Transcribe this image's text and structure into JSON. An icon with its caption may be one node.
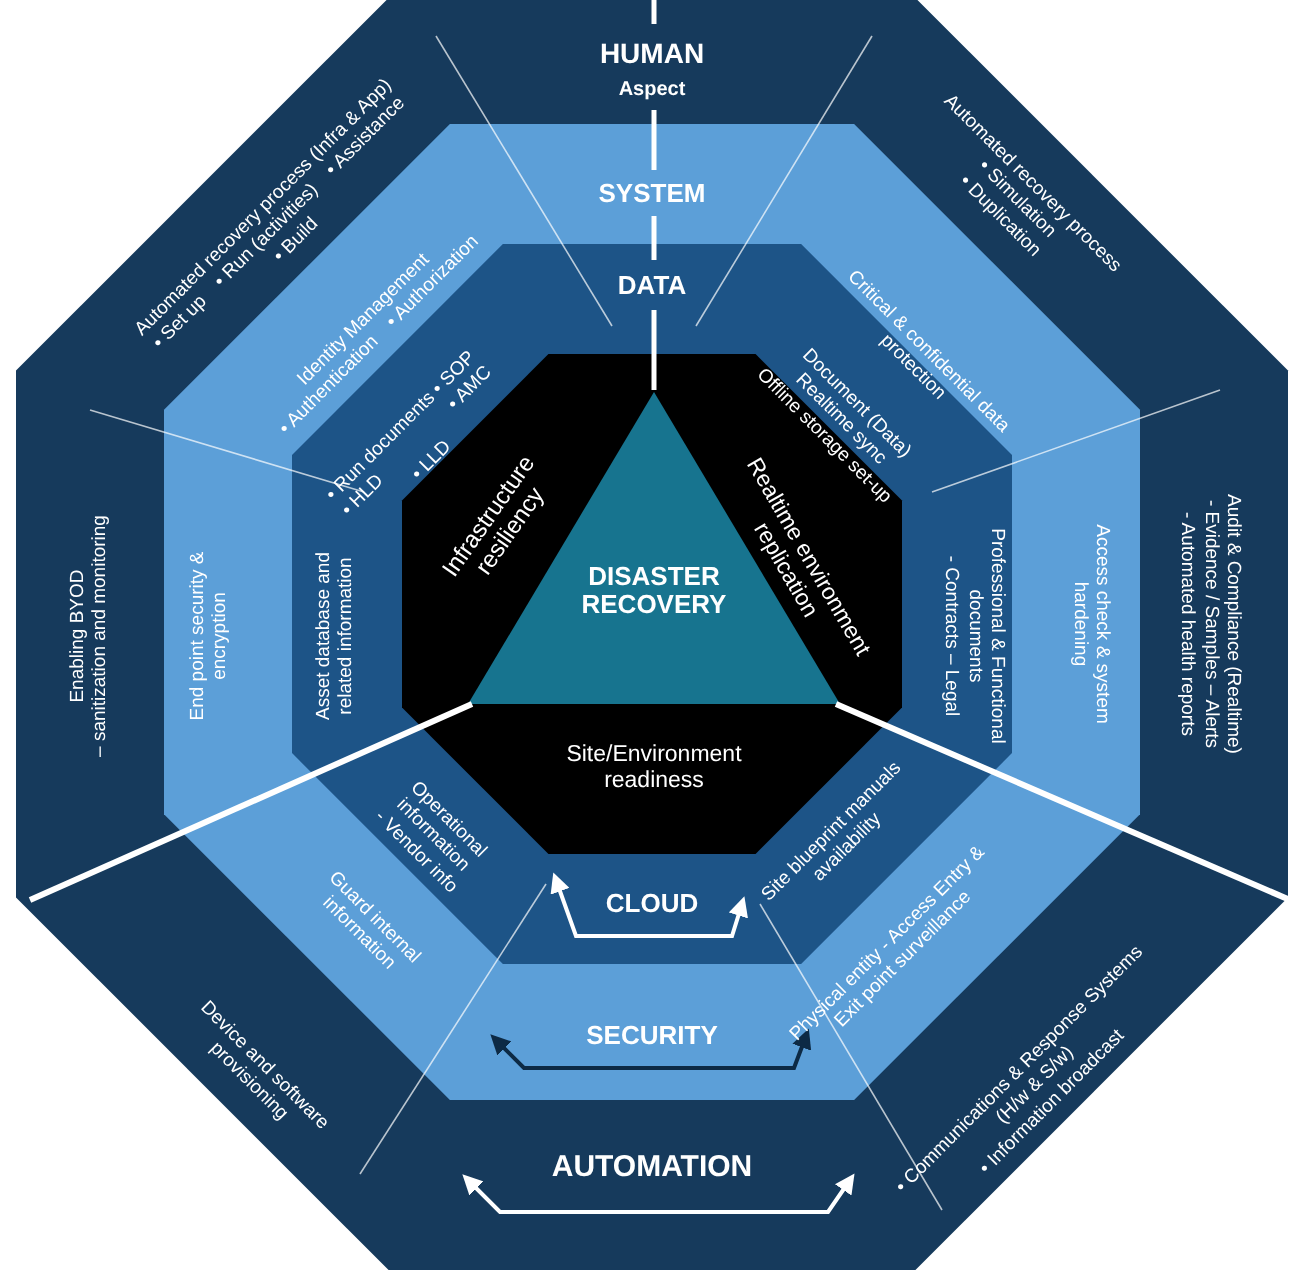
{
  "diagram": {
    "nodes": [
      {
        "text": [
          "HUMAN",
          "Aspect",
          "AUTOMATION"
        ]
      },
      {
        "text": [
          "SYSTEM",
          "SECURITY"
        ],
        "in": 0
      },
      {
        "text": [
          "DATA",
          "CLOUD"
        ],
        "in": 1
      },
      {
        "text": [
          "Infrastructure resiliency",
          "Realtime environment replication",
          "Site/Environment readiness"
        ],
        "in": 2
      },
      {
        "text": [
          "DISASTER RECOVERY"
        ],
        "in": 3
      }
    ],
    "labels": [
      "Automated recovery process (Infra & App)",
      "• Set up",
      "• Run (activities)",
      "• Assistance",
      "• Build",
      "Automated recovery process",
      "• Simulation",
      "• Duplication",
      "Enabling BYOD",
      "– sanitization and monitoring",
      "Audit & Compliance (Realtime)",
      "- Evidence / Samples – Alerts",
      "- Automated health reports",
      "Device and software provisioning",
      "• Communications & Response Systems (H/w & S/w)",
      "• Information broadcast",
      "Identity Management",
      "• Authentication",
      "• Authorization",
      "Critical & confidential data protection",
      "End point security & encryption",
      "Access check & system hardening",
      "Guard internal information",
      "Physical entity - Access Entry & Exit point surveillance",
      "• Run documents",
      "• SOP",
      "• HLD",
      "• AMC",
      "• LLD",
      "Document (Data)",
      "Realtime sync",
      "Offline storage set-up",
      "Asset database and related information",
      "Professional & Functional documents",
      "- Contracts – Legal",
      "Operational information",
      "- Vendor info",
      "Site blueprint manuals availability"
    ]
  }
}
